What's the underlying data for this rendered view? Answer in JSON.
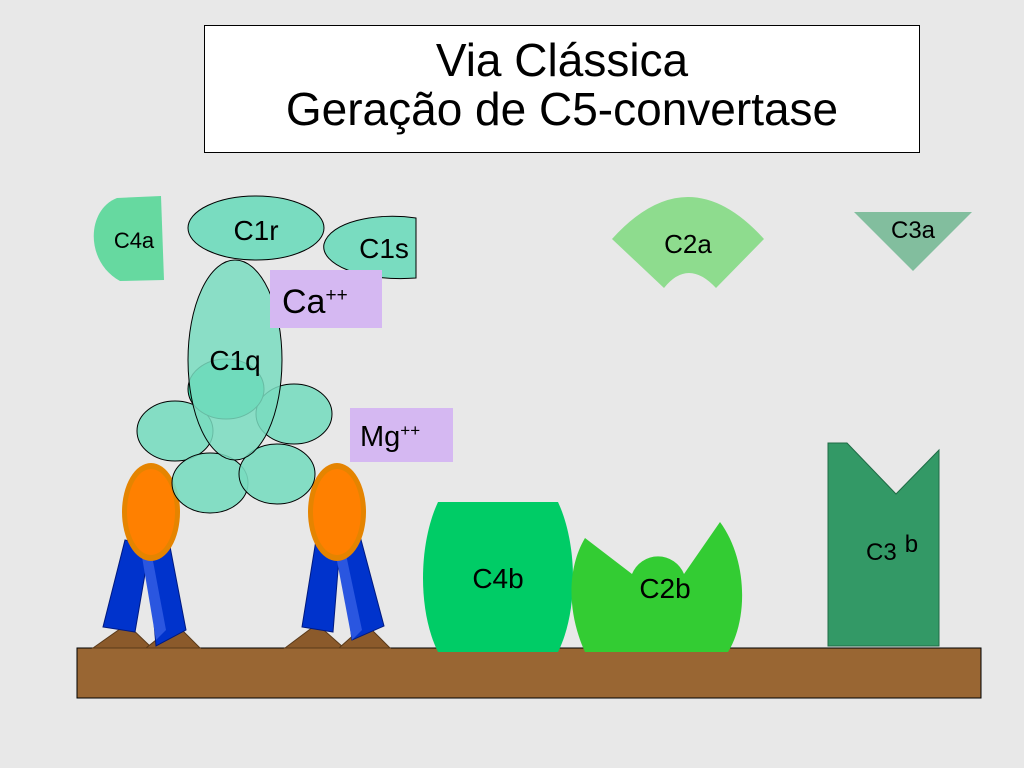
{
  "title": {
    "line1": "Via Clássica",
    "line2": "Geração de C5-convertase"
  },
  "labels": {
    "c4a": "C4a",
    "c1r": "C1r",
    "c1s": "C1s",
    "c1q": "C1q",
    "ca": "Ca",
    "ca_sup": "++",
    "mg": "Mg",
    "mg_sup": "++",
    "c2a": "C2a",
    "c3a": "C3a",
    "c4b": "C4b",
    "c2b": "C2b",
    "c3b_main": "C3",
    "c3b_sup": "b"
  },
  "colors": {
    "c1_complex": "#79dcc0",
    "c1q_core": "#3fd4a6",
    "c4a": "#66d9a0",
    "ion_box": "#d5b8f2",
    "c2a": "#8edc8e",
    "c3a": "#82be9e",
    "c4b": "#00cc66",
    "c2b": "#33cc33",
    "c3b": "#339966",
    "membrane": "#996633",
    "antibody_blue": "#0033cc",
    "antigen_brown": "#8b5a2b",
    "antibody_orange": "#ff8000"
  }
}
